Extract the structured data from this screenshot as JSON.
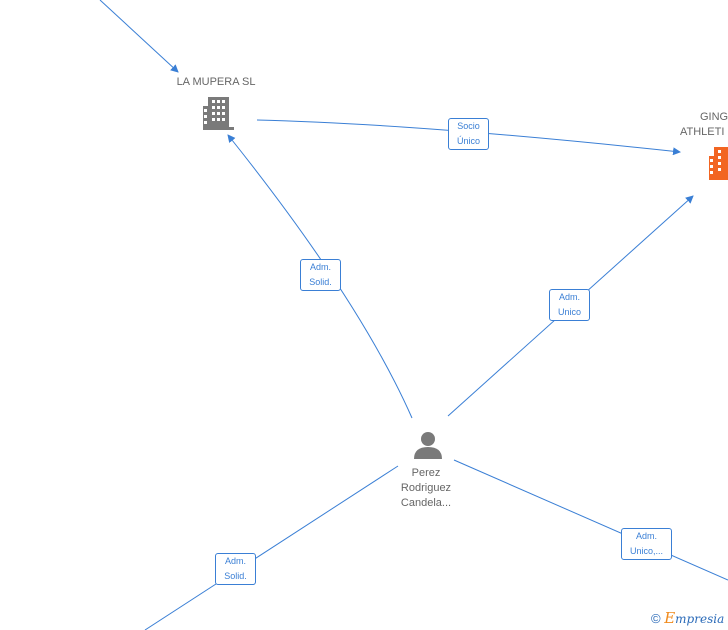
{
  "nodes": {
    "la_mupera": {
      "label": "LA MUPERA  SL",
      "icon": "building-icon",
      "color": "#7a7a7a"
    },
    "ging_athletic": {
      "label_line1": "GING",
      "label_line2": "ATHLETI",
      "icon": "building-icon",
      "color": "#f26522"
    },
    "perez": {
      "label_line1": "Perez",
      "label_line2": "Rodriguez",
      "label_line3": "Candela...",
      "icon": "person-icon",
      "color": "#7a7a7a"
    }
  },
  "edges": {
    "socio_unico": {
      "line1": "Socio",
      "line2": "Único"
    },
    "adm_solid_top": {
      "line1": "Adm.",
      "line2": "Solid."
    },
    "adm_unico_right": {
      "line1": "Adm.",
      "line2": "Unico"
    },
    "adm_solid_bottom": {
      "line1": "Adm.",
      "line2": "Solid."
    },
    "adm_unico_bottom": {
      "line1": "Adm.",
      "line2": "Unico,..."
    }
  },
  "colors": {
    "edge": "#3a7fd5",
    "text": "#666666"
  },
  "watermark": {
    "symbol": "©",
    "brand_initial": "E",
    "brand_rest": "mpresia"
  }
}
